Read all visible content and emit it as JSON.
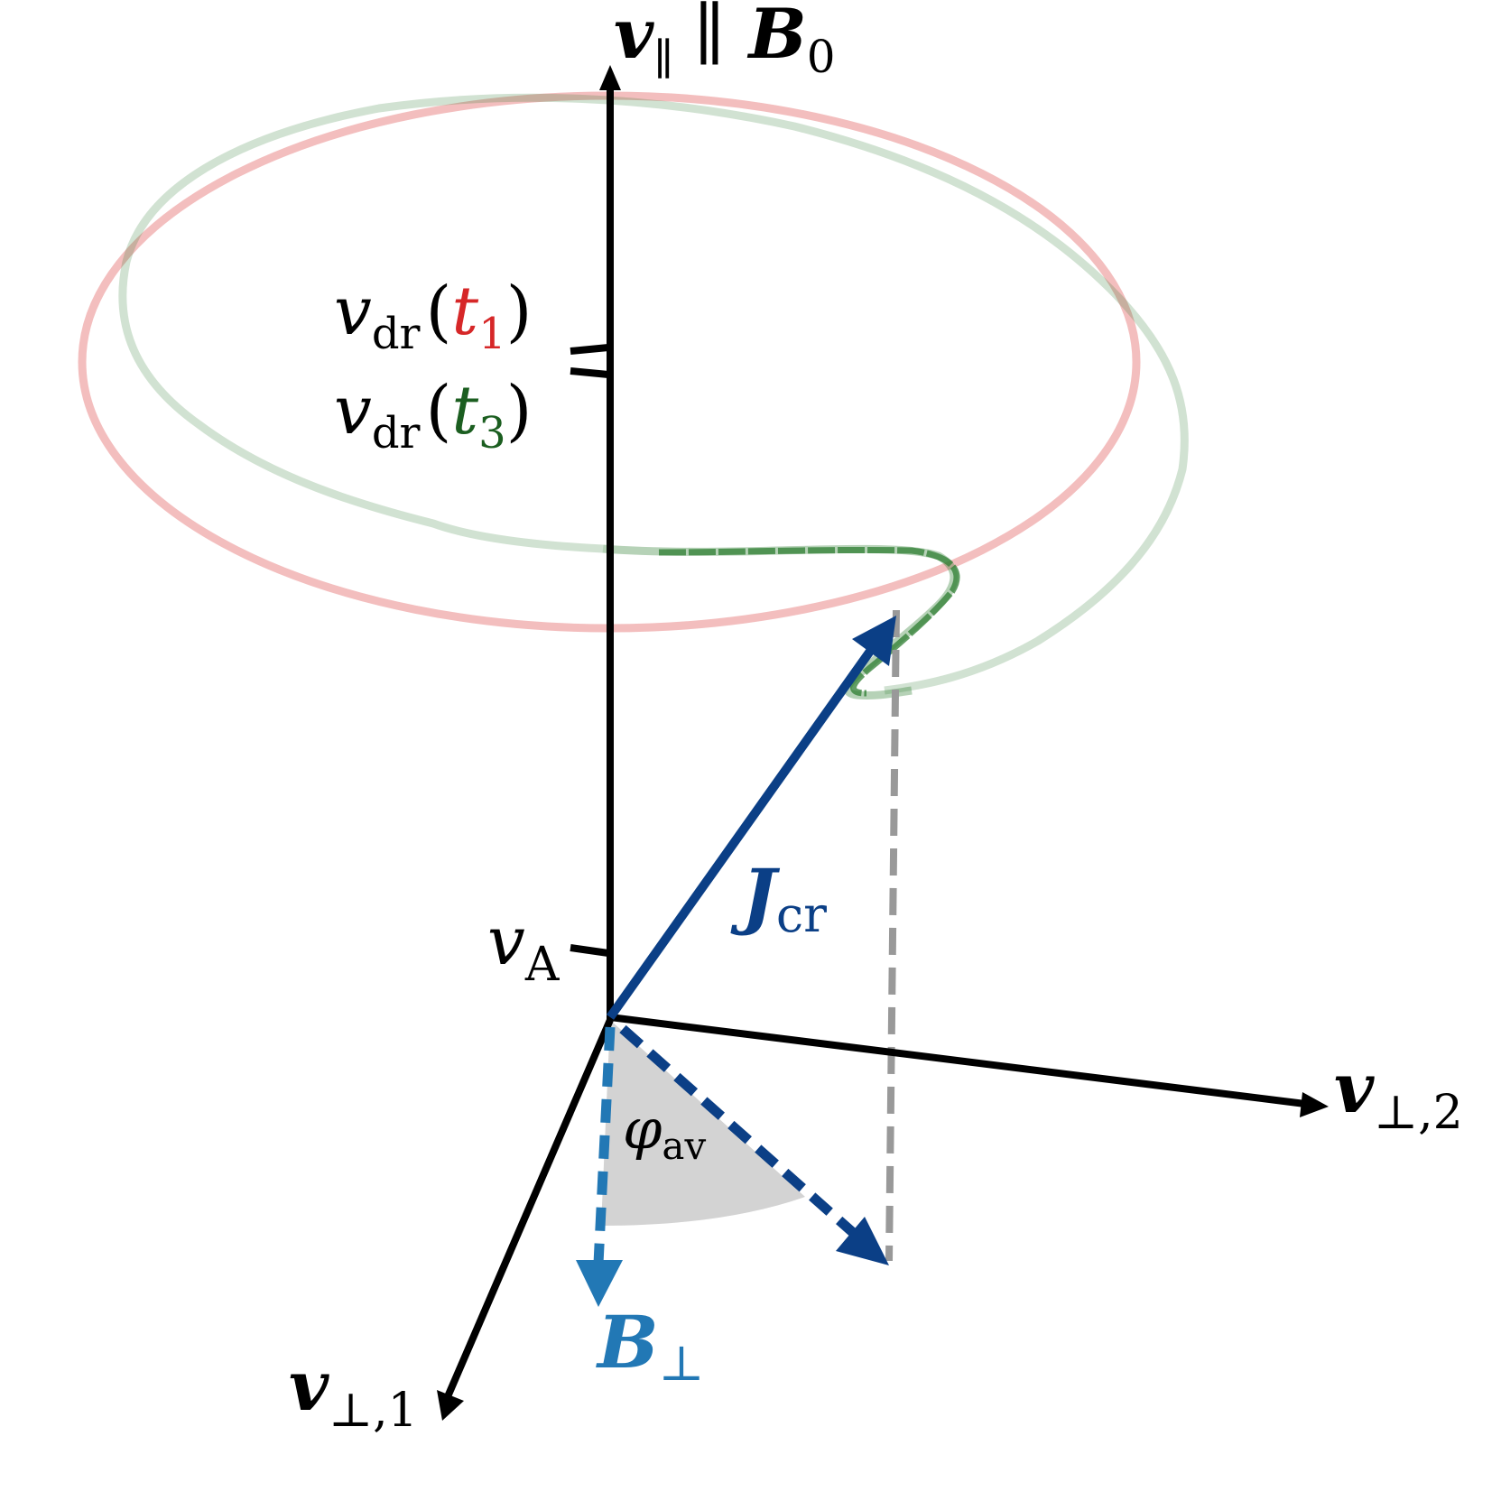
{
  "colors": {
    "axis": "#000000",
    "jcr": "#0b3f86",
    "bperp": "#2278b5",
    "t1": "#d62728",
    "t3": "#2e7d32",
    "t3_text": "#1b5e20",
    "projection": "#999999",
    "angle_fill": "#d3d3d3"
  },
  "labels": {
    "v_parallel": {
      "main": "v",
      "sub": "∥"
    },
    "parallel_sign": "∥",
    "b0": {
      "main": "B",
      "sub": "0"
    },
    "v_perp1": {
      "main": "v",
      "sub": "⊥,1"
    },
    "v_perp2": {
      "main": "v",
      "sub": "⊥,2"
    },
    "v_dr_t1": {
      "main": "v",
      "sub": "dr",
      "open": "(",
      "t": "t",
      "t_sub": "1",
      "close": ")"
    },
    "v_dr_t3": {
      "main": "v",
      "sub": "dr",
      "open": "(",
      "t": "t",
      "t_sub": "3",
      "close": ")"
    },
    "v_a": {
      "main": "v",
      "sub": "A"
    },
    "j_cr": {
      "main": "J",
      "sub": "cr"
    },
    "b_perp": {
      "main": "B",
      "sub": "⊥"
    },
    "phi_av": {
      "main": "φ",
      "sub": "av"
    }
  }
}
